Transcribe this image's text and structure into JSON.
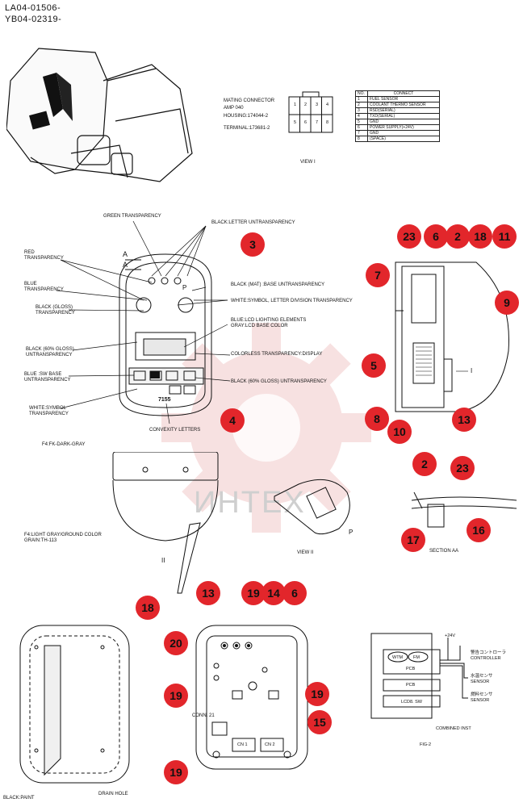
{
  "header": {
    "code1": "LA04-01506-",
    "code2": "YB04-02319-"
  },
  "watermark": "ИНТЕХ",
  "view1": {
    "mating": [
      "MATING CONNECTOR",
      "AMP 040",
      "HOUSING:174044-2",
      "TERMINAL:173681-2"
    ],
    "pins": [
      "1",
      "2",
      "3",
      "4",
      "5",
      "6",
      "7",
      "8"
    ],
    "table_header": [
      "NO.",
      "CONNECT"
    ],
    "table_rows": [
      [
        "1",
        "FUEL SENSOR"
      ],
      [
        "2",
        "COOLANT THERMO SENSOR"
      ],
      [
        "3",
        "RSD(SERIAL)"
      ],
      [
        "4",
        "TXD(SERIAL)"
      ],
      [
        "5",
        "GND"
      ],
      [
        "6",
        "POWER SUPPLY(+24V)"
      ],
      [
        "7",
        "GND"
      ],
      [
        "8",
        "(SPACE)"
      ]
    ],
    "title": "VIEW I"
  },
  "panel_labels": {
    "green": "GREEN TRANSPARENCY",
    "black_letter": "BLACK:LETTER UNTRANSPARENCY",
    "red": "RED\nTRANSPARENCY",
    "blue": "BLUE\nTRANSPARENCY",
    "black_gloss": "BLACK (GLOSS)\nTRANSPARENCY",
    "black_mat": "BLACK (MAT) :BASE UNTRANSPARENCY",
    "white_symbol": "WHITE:SYMBOL, LETTER DIVISION TRANSPARENCY",
    "blue_lcd": "BLUE:LCD LIGHTING ELEMENTS\nGRAY:LCD BASE COLOR",
    "black60_left": "BLACK (60% GLOSS)\nUNTRANSPARENCY",
    "colorless": "COLORLESS TRANSPARENCY:DISPLAY",
    "blue_sw": "BLUE :SW BASE\nUNTRANSPARENCY",
    "black60_right": "BLACK (60% GLOSS)  UNTRANSPARENCY",
    "white_symbol2": "WHITE:SYMBOL\nTRANSPARENCY",
    "convexity": "CONVEXITY LETTERS",
    "a1": "A",
    "a2": "A",
    "p_label": "P",
    "model": "7155"
  },
  "section_labels": {
    "f4_dark": "F4:FK-DARK-GRAY",
    "f4_light": "F4:LIGHT GRAY/GROUND COLOR\nGRAIN:TH-113",
    "view2": "VIEW II",
    "two": "II",
    "section_aa": "SECTION AA",
    "p": "P",
    "one": "I"
  },
  "bottom_labels": {
    "black_paint": "BLACK:PAINT",
    "drain_hole": "DRAIN HOLE",
    "conn21": "CONN. 21",
    "cn1": "CN 1",
    "cn2": "CN 2"
  },
  "fig2": {
    "v24": "+24V",
    "wtm": "WTM",
    "fm": "FM",
    "pcb1": "PCB",
    "pcb2": "PCB",
    "lcd": "LCD8. SW",
    "r1": "警告コントローラ\nCONTROLLER",
    "r2": "水温センサ\nSENSOR",
    "r3": "燃料センサ\nSENSOR",
    "combined": "COMBINED INST",
    "title": "FIG-2"
  },
  "callouts": {
    "c3": "3",
    "c4": "4",
    "c23a": "23",
    "c6a": "6",
    "c2a": "2",
    "c18a": "18",
    "c11": "11",
    "c7": "7",
    "c9": "9",
    "c5": "5",
    "c8": "8",
    "c10": "10",
    "c13a": "13",
    "c2b": "2",
    "c23b": "23",
    "c17": "17",
    "c16": "16",
    "c18b": "18",
    "c13b": "13",
    "c19a": "19",
    "c14": "14",
    "c6b": "6",
    "c20": "20",
    "c19b": "19",
    "c19c": "19",
    "c15": "15",
    "c19d": "19"
  }
}
